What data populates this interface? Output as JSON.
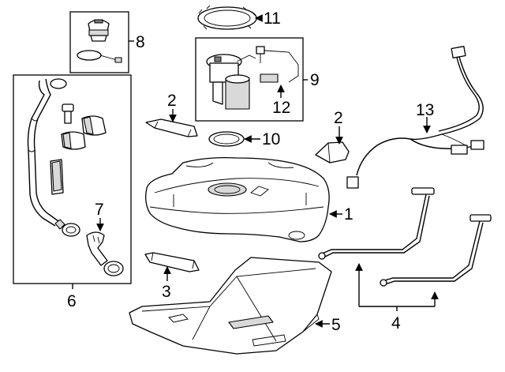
{
  "callouts": {
    "c1": "1",
    "c2a": "2",
    "c2b": "2",
    "c3": "3",
    "c4": "4",
    "c5": "5",
    "c6": "6",
    "c7": "7",
    "c8": "8",
    "c9": "9",
    "c10": "10",
    "c11": "11",
    "c12": "12",
    "c13": "13"
  },
  "colors": {
    "line": "#000000",
    "background": "#ffffff",
    "shade": "#d9d9d9",
    "dark": "#7a7a7a"
  }
}
